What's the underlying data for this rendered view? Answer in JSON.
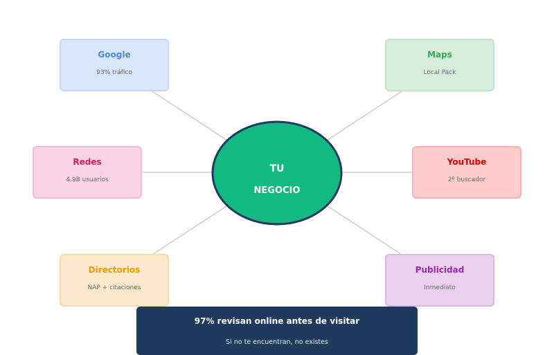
{
  "hub": {
    "line1": "TU",
    "line2": "NEGOCIO",
    "fill": "#12b981",
    "stroke": "#1e3a5f"
  },
  "nodes": [
    {
      "id": "google",
      "title": "Google",
      "subtitle": "93% tráfico",
      "title_color": "#4a86e8",
      "fill": "#dae6fb",
      "border": "#c2d7f7"
    },
    {
      "id": "maps",
      "title": "Maps",
      "subtitle": "Local Pack",
      "title_color": "#34a853",
      "fill": "#d7eedc",
      "border": "#c2e3c9"
    },
    {
      "id": "redes",
      "title": "Redes",
      "subtitle": "4.9B usuarios",
      "title_color": "#d81b60",
      "fill": "#fad4e3",
      "border": "#f5bcd2"
    },
    {
      "id": "youtube",
      "title": "YouTube",
      "subtitle": "2º buscador",
      "title_color": "#e00000",
      "fill": "#ffcccc",
      "border": "#f7b3b3"
    },
    {
      "id": "directorios",
      "title": "Directorios",
      "subtitle": "NAP + citaciones",
      "title_color": "#f29900",
      "fill": "#fde9cd",
      "border": "#fad9ab"
    },
    {
      "id": "publicidad",
      "title": "Publicidad",
      "subtitle": "Inmediato",
      "title_color": "#9c27b0",
      "fill": "#ead1ee",
      "border": "#dcb5e3"
    }
  ],
  "banner": {
    "title": "97% revisan online antes de visitar",
    "subtitle": "Si no te encuentran, no existes"
  }
}
